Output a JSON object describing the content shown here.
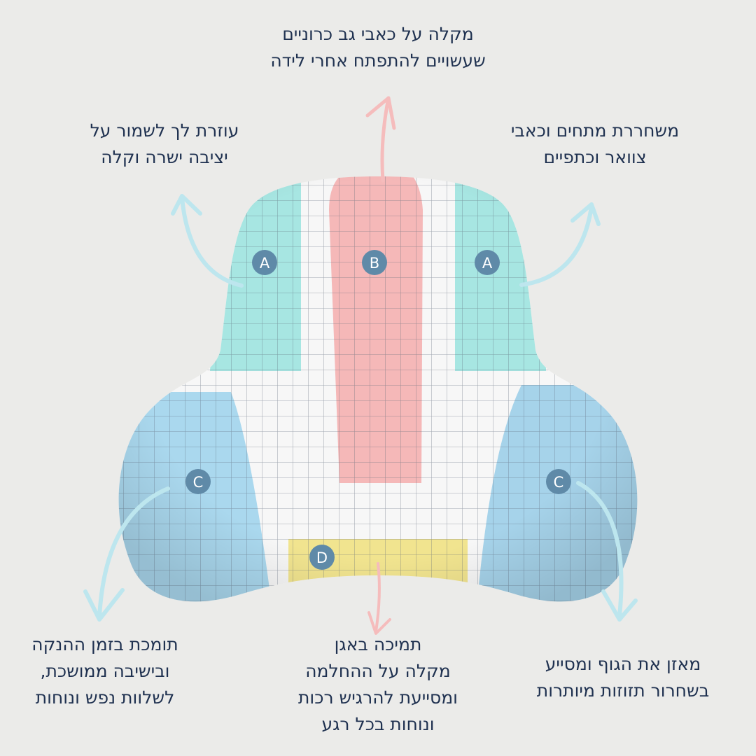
{
  "colors": {
    "background": "#ebebe9",
    "text": "#1f3150",
    "zone_a": "#a7e6e2",
    "zone_b": "#f5b8b8",
    "zone_c": "#aad8ee",
    "zone_d": "#f1e48f",
    "pillow_base": "#f7f7f7",
    "badge": "#5f8aa8",
    "arrow_blue": "#bde6ee",
    "arrow_pink": "#f5bcbc"
  },
  "zones": {
    "a_left": {
      "label": "A"
    },
    "b": {
      "label": "B"
    },
    "a_right": {
      "label": "A"
    },
    "c_left": {
      "label": "C"
    },
    "c_right": {
      "label": "C"
    },
    "d": {
      "label": "D"
    }
  },
  "captions": {
    "top": {
      "zone": "B",
      "lines": [
        "מקלה על כאבי גב כרוניים",
        "שעשויים להתפתח אחרי לידה"
      ]
    },
    "top_left": {
      "zone": "A",
      "lines": [
        "עוזרת לך לשמור על",
        "יציבה ישרה וקלה"
      ]
    },
    "top_right": {
      "zone": "A",
      "lines": [
        "משחררת מתחים וכאבי",
        "צוואר וכתפיים"
      ]
    },
    "bottom_left": {
      "zone": "C",
      "lines": [
        "תומכת בזמן ההנקה",
        "ובישיבה ממושכת,",
        "לשלוות נפש ונוחות"
      ]
    },
    "bottom_center": {
      "zone": "D",
      "lines": [
        "תמיכה באגן",
        "מקלה על ההחלמה",
        "ומסייעת להרגיש רכות",
        "ונוחות בכל רגע"
      ]
    },
    "bottom_right": {
      "zone": "C",
      "lines": [
        "מאזן את הגוף ומסייע",
        "בשחרור תזוזות מיותרות"
      ]
    }
  }
}
